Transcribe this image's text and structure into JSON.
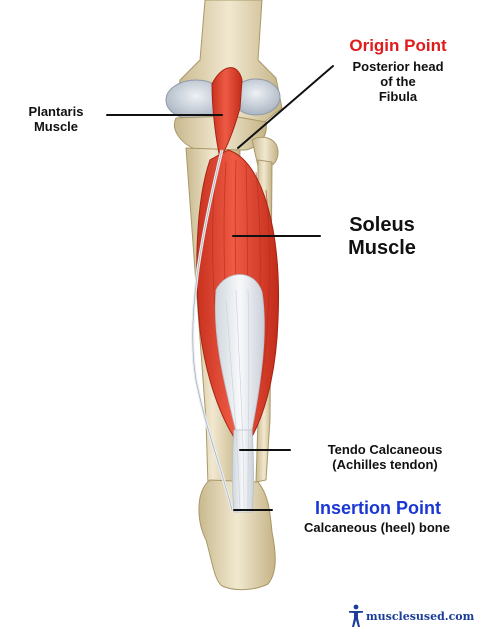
{
  "labels": {
    "origin_title": "Origin Point",
    "origin_desc": [
      "Posterior head",
      "of the",
      "Fibula"
    ],
    "plantaris": [
      "Plantaris",
      "Muscle"
    ],
    "soleus": [
      "Soleus",
      "Muscle"
    ],
    "tendo": [
      "Tendo Calcaneous",
      "(Achilles tendon)"
    ],
    "insertion_title": "Insertion Point",
    "insertion_desc": "Calcaneous (heel) bone"
  },
  "logo": {
    "text": "musclesused.com",
    "icon": "human-figure-icon"
  },
  "colors": {
    "origin_title": "#e01b1b",
    "insertion_title": "#1a37d6",
    "muscle": "#e2412c",
    "tendon": "#eef1f4",
    "bone": "#e8dcbc"
  }
}
